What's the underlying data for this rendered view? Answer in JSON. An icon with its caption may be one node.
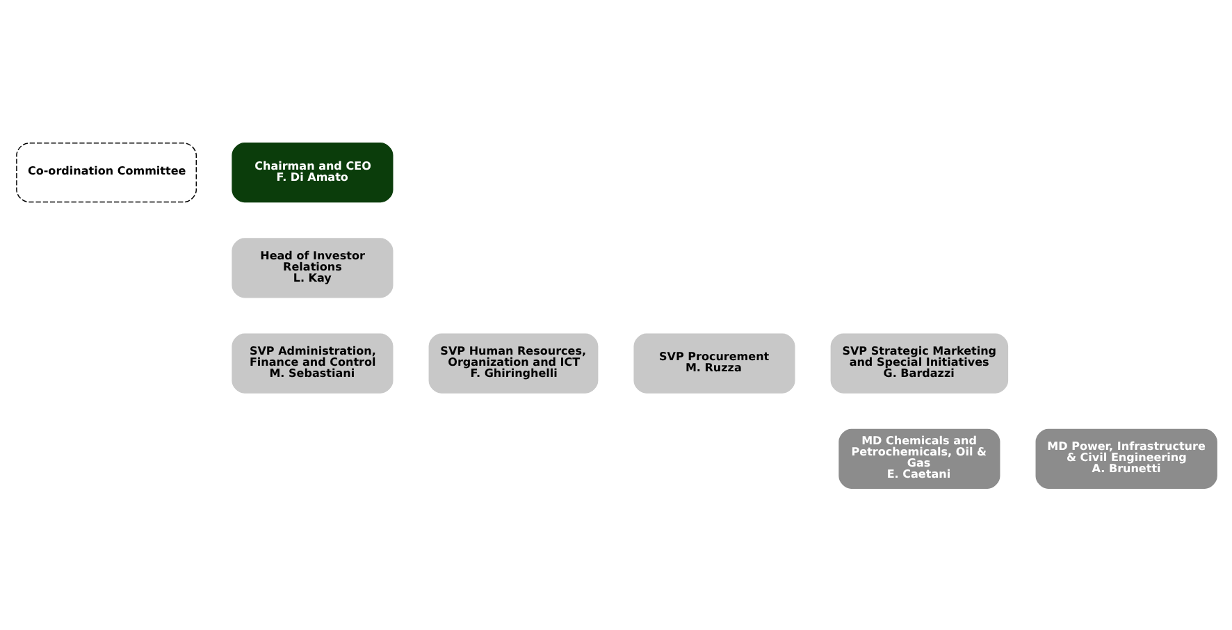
{
  "diagram": {
    "nodes": [
      {
        "text": [
          "Co-ordination Committee"
        ]
      },
      {
        "text": [
          "Chairman and CEO",
          "F. Di Amato"
        ]
      },
      {
        "text": [
          "Head of Investor Relations",
          "L. Kay"
        ]
      },
      {
        "text": [
          "SVP Administration, Finance and Control",
          "M. Sebastiani"
        ]
      },
      {
        "text": [
          "SVP Human Resources, Organization and ICT",
          "F. Ghiringhelli"
        ]
      },
      {
        "text": [
          "SVP Procurement",
          "M. Ruzza"
        ]
      },
      {
        "text": [
          "SVP Strategic Marketing and Special Initiatives",
          "G. Bardazzi"
        ]
      },
      {
        "text": [
          "MD Chemicals and Petrochemicals, Oil & Gas",
          "E. Caetani"
        ]
      },
      {
        "text": [
          "MD Power, Infrastructure & Civil Engineering",
          "A. Brunetti"
        ]
      }
    ],
    "edges": []
  }
}
